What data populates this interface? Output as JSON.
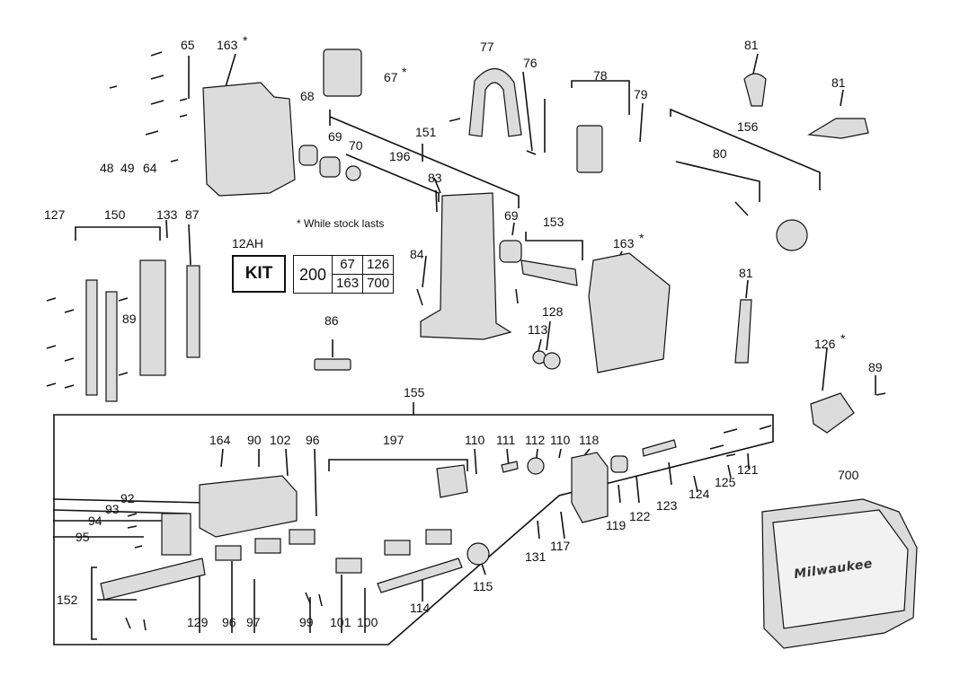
{
  "diagram": {
    "part_labels": {
      "p65": "65",
      "p163a": "163",
      "p67": "67",
      "p68": "68",
      "p69a": "69",
      "p70": "70",
      "p77": "77",
      "p76": "76",
      "p78": "78",
      "p79": "79",
      "p81a": "81",
      "p81b": "81",
      "p156": "156",
      "p80": "80",
      "p48": "48",
      "p49": "49",
      "p64": "64",
      "p151": "151",
      "p196": "196",
      "p83": "83",
      "p69b": "69",
      "p153": "153",
      "p163b": "163",
      "p81c": "81",
      "p127": "127",
      "p150": "150",
      "p133": "133",
      "p87": "87",
      "p84": "84",
      "p89a": "89",
      "p86": "86",
      "p128": "128",
      "p113": "113",
      "p126": "126",
      "p89b": "89",
      "p155": "155",
      "p164": "164",
      "p90": "90",
      "p102": "102",
      "p96a": "96",
      "p197": "197",
      "p110a": "110",
      "p111": "111",
      "p112": "112",
      "p110b": "110",
      "p118": "118",
      "p92": "92",
      "p93": "93",
      "p94": "94",
      "p95": "95",
      "p119": "119",
      "p122": "122",
      "p123": "123",
      "p124": "124",
      "p125": "125",
      "p121": "121",
      "p700": "700",
      "p131": "131",
      "p117": "117",
      "p152": "152",
      "p129": "129",
      "p96b": "96",
      "p97": "97",
      "p99": "99",
      "p101": "101",
      "p100": "100",
      "p114": "114",
      "p115": "115"
    },
    "asterisk": "*",
    "note": "* While stock lasts",
    "kit": {
      "title": "12AH",
      "label": "KIT",
      "main": "200",
      "rows": [
        [
          "67",
          "126"
        ],
        [
          "163",
          "700"
        ]
      ]
    },
    "case_logo": "Milwaukee",
    "colors": {
      "line": "#111111",
      "part_fill": "#dcdcdc",
      "part_dark": "#4a4a4a"
    }
  }
}
